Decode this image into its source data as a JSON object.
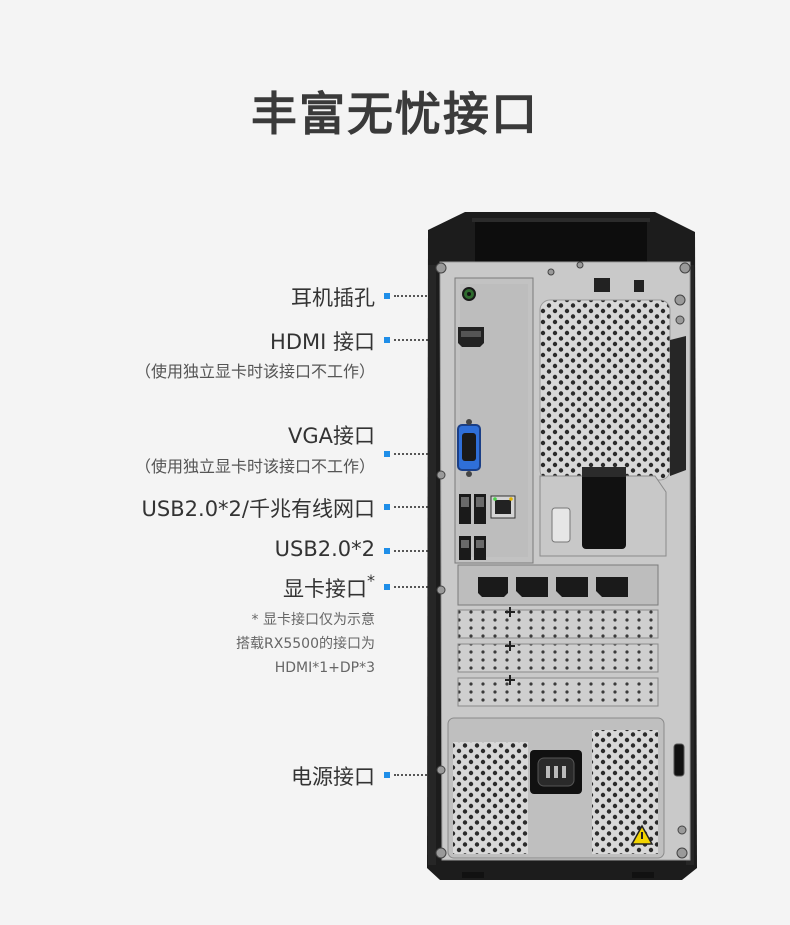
{
  "title": "丰富无忧接口",
  "labels": {
    "headphone": "耳机插孔",
    "hdmi": "HDMI 接口",
    "hdmi_note": "（使用独立显卡时该接口不工作）",
    "vga": "VGA接口",
    "vga_note": "（使用独立显卡时该接口不工作）",
    "usb_lan": "USB2.0*2/千兆有线网口",
    "usb": "USB2.0*2",
    "gpu": "显卡接口",
    "gpu_star": "*",
    "gpu_note_1": "* 显卡接口仅为示意",
    "gpu_note_2": "搭载RX5500的接口为",
    "gpu_note_3": "HDMI*1+DP*3",
    "power": "电源接口"
  },
  "colors": {
    "accent": "#1f8ee8",
    "case": "#1b1b1b",
    "panel": "#cfcfcf"
  }
}
